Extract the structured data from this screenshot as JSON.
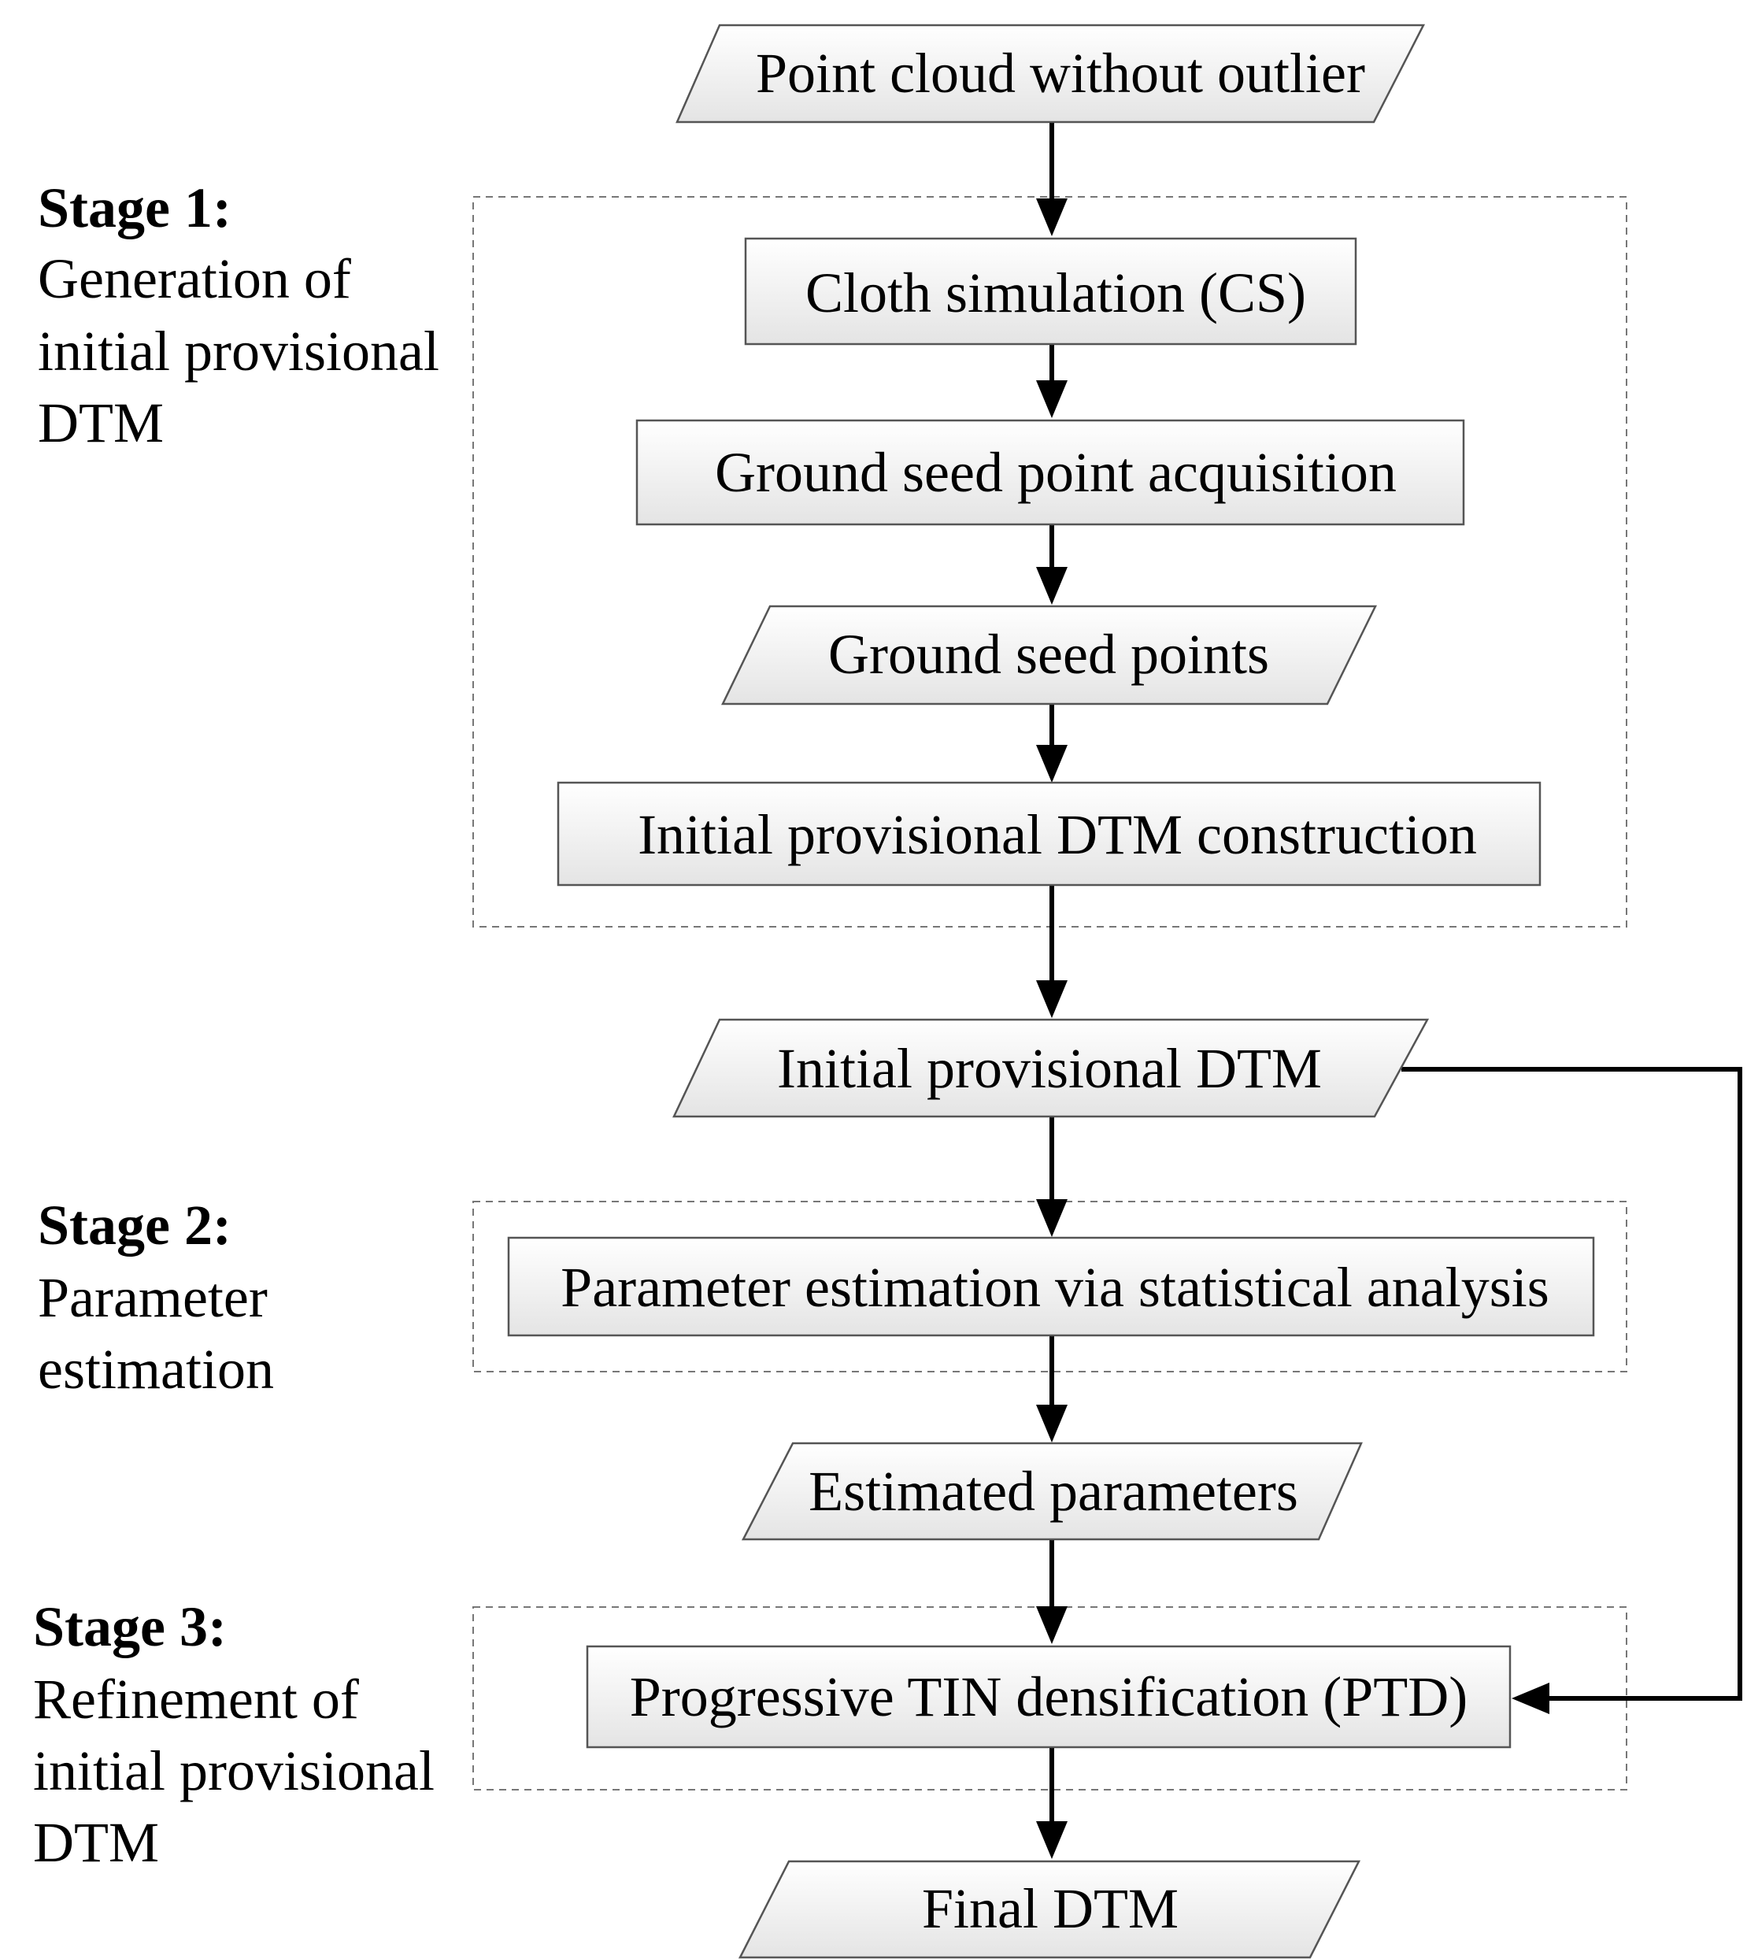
{
  "nodes": {
    "point_cloud": "Point cloud without outlier",
    "cloth_simulation": "Cloth simulation (CS)",
    "ground_seed_acquisition": "Ground seed point acquisition",
    "ground_seed_points": "Ground seed points",
    "initial_dtm_construction": "Initial provisional DTM construction",
    "initial_dtm": "Initial provisional DTM",
    "parameter_estimation": "Parameter estimation via statistical analysis",
    "estimated_parameters": "Estimated parameters",
    "ptd": "Progressive TIN densification (PTD)",
    "final_dtm": "Final DTM"
  },
  "stages": [
    {
      "title": "Stage 1:",
      "lines": [
        "Generation of",
        "initial provisional",
        "DTM"
      ]
    },
    {
      "title": "Stage 2:",
      "lines": [
        "Parameter",
        "estimation"
      ]
    },
    {
      "title": "Stage 3:",
      "lines": [
        "Refinement of",
        "initial provisional",
        "DTM"
      ]
    }
  ],
  "node_shapes": {
    "point_cloud": "parallelogram",
    "cloth_simulation": "rectangle",
    "ground_seed_acquisition": "rectangle",
    "ground_seed_points": "parallelogram",
    "initial_dtm_construction": "rectangle",
    "initial_dtm": "parallelogram",
    "parameter_estimation": "rectangle",
    "estimated_parameters": "parallelogram",
    "ptd": "rectangle",
    "final_dtm": "parallelogram"
  },
  "edges": [
    [
      "point_cloud",
      "cloth_simulation"
    ],
    [
      "cloth_simulation",
      "ground_seed_acquisition"
    ],
    [
      "ground_seed_acquisition",
      "ground_seed_points"
    ],
    [
      "ground_seed_points",
      "initial_dtm_construction"
    ],
    [
      "initial_dtm_construction",
      "initial_dtm"
    ],
    [
      "initial_dtm",
      "parameter_estimation"
    ],
    [
      "parameter_estimation",
      "estimated_parameters"
    ],
    [
      "estimated_parameters",
      "ptd"
    ],
    [
      "ptd",
      "final_dtm"
    ],
    [
      "initial_dtm",
      "ptd"
    ]
  ],
  "colors": {
    "node_fill_top": "#ffffff",
    "node_fill_bottom": "#e4e4e4",
    "node_stroke": "#555555",
    "stage_border": "#777777",
    "arrow": "#000000"
  }
}
